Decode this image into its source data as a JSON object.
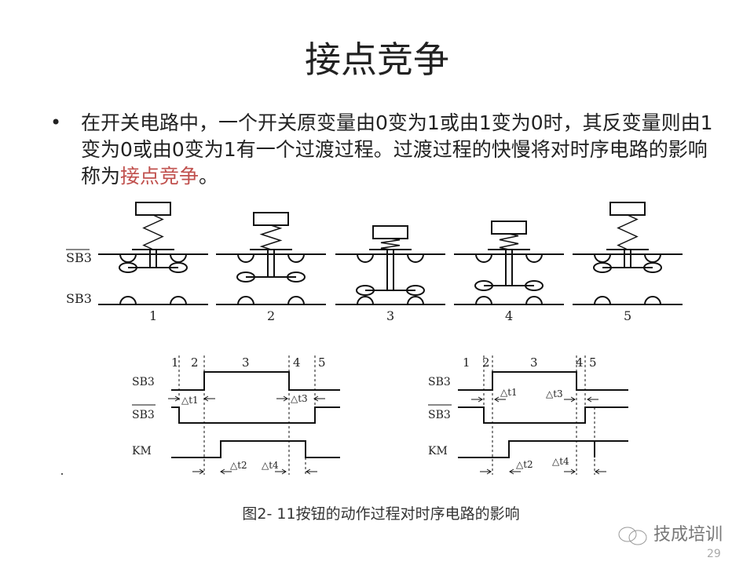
{
  "title": "接点竞争",
  "bullet": {
    "text_before": "在开关电路中，一个开关原变量由0变为1或由1变为0时，其反变量则由1变为0或由0变为1有一个过渡过程。过渡过程的快慢将对时序电路的影响称为",
    "highlight": "接点竞争",
    "text_after": "。",
    "highlight_color": "#c0504d"
  },
  "switch_diagram": {
    "row_labels": {
      "nc": "SB3",
      "no": "SB3"
    },
    "stage_labels": [
      "1",
      "2",
      "3",
      "4",
      "5"
    ]
  },
  "timing_left": {
    "phase_labels": [
      "1",
      "2",
      "3",
      "4",
      "5"
    ],
    "signals": [
      "SB3",
      "SB3",
      "KM"
    ],
    "deltas": [
      "△t1",
      "△t3",
      "△t2",
      "△t4"
    ]
  },
  "timing_right": {
    "phase_labels": [
      "1",
      "2",
      "3",
      "4",
      "5"
    ],
    "signals": [
      "SB3",
      "SB3",
      "KM"
    ],
    "deltas": [
      "△t1",
      "△t3",
      "△t2",
      "△t4"
    ]
  },
  "caption": "图2- 11按钮的动作过程对时序电路的影响",
  "watermark": "技成培训",
  "page_number": "29"
}
